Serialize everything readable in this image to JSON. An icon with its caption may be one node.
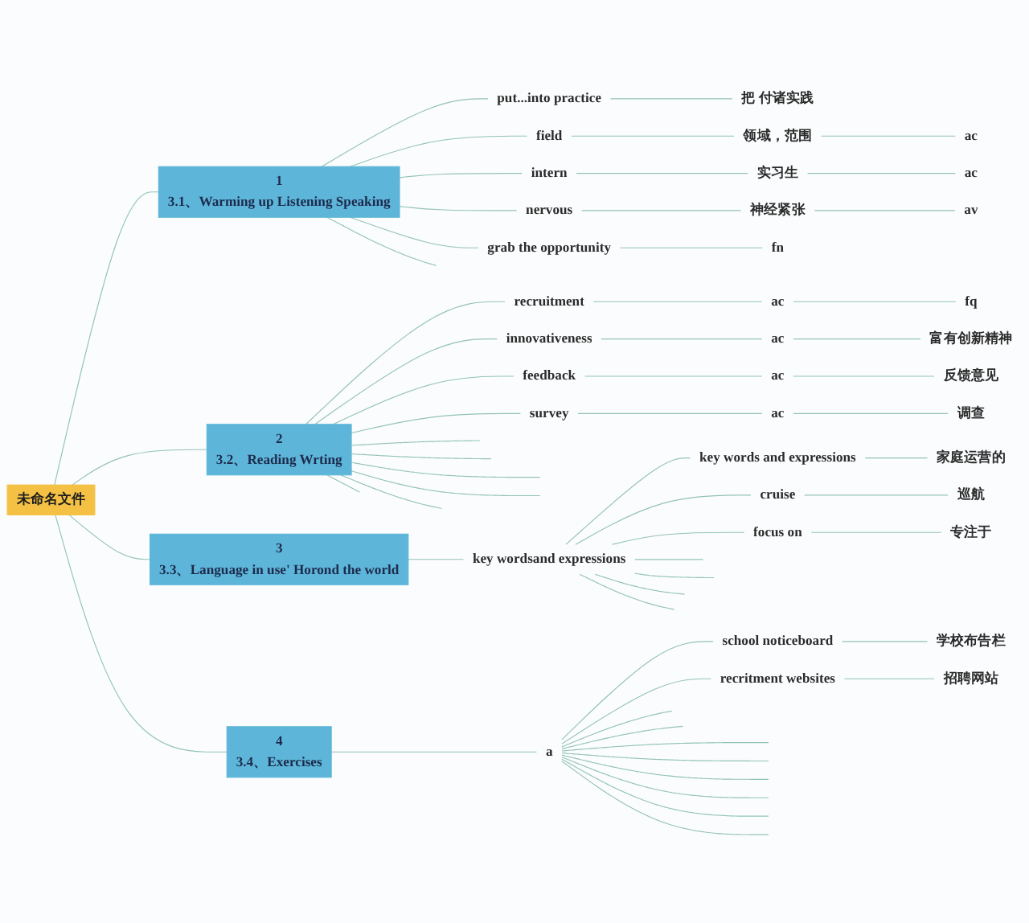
{
  "diagram": {
    "nodes": [
      {
        "text": [
          "未命名文件"
        ]
      },
      {
        "text": [
          "1",
          "3.1、Warming up Listening Speaking"
        ]
      },
      {
        "text": [
          "put...into practice"
        ]
      },
      {
        "text": [
          "把 付诸实践"
        ]
      },
      {
        "text": [
          "field"
        ]
      },
      {
        "text": [
          "领域，范围"
        ]
      },
      {
        "text": [
          "ac"
        ]
      },
      {
        "text": [
          "intern"
        ]
      },
      {
        "text": [
          "实习生"
        ]
      },
      {
        "text": [
          "ac"
        ]
      },
      {
        "text": [
          "nervous"
        ]
      },
      {
        "text": [
          "神经紧张"
        ]
      },
      {
        "text": [
          "av"
        ]
      },
      {
        "text": [
          "grab the opportunity"
        ]
      },
      {
        "text": [
          "fn"
        ]
      },
      {
        "text": [
          "2",
          "3.2、Reading Wrting"
        ]
      },
      {
        "text": [
          "recruitment"
        ]
      },
      {
        "text": [
          "ac"
        ]
      },
      {
        "text": [
          "fq"
        ]
      },
      {
        "text": [
          "innovativeness"
        ]
      },
      {
        "text": [
          "ac"
        ]
      },
      {
        "text": [
          "富有创新精神"
        ]
      },
      {
        "text": [
          "feedback"
        ]
      },
      {
        "text": [
          "ac"
        ]
      },
      {
        "text": [
          "反馈意见"
        ]
      },
      {
        "text": [
          "survey"
        ]
      },
      {
        "text": [
          "ac"
        ]
      },
      {
        "text": [
          "调查"
        ]
      },
      {
        "text": [
          "3",
          "3.3、Language in use' Horond the world"
        ]
      },
      {
        "text": [
          "key wordsand expressions"
        ]
      },
      {
        "text": [
          "key words and expressions"
        ]
      },
      {
        "text": [
          "家庭运营的"
        ]
      },
      {
        "text": [
          "cruise"
        ]
      },
      {
        "text": [
          "巡航"
        ]
      },
      {
        "text": [
          "focus on"
        ]
      },
      {
        "text": [
          "专注于"
        ]
      },
      {
        "text": [
          "4",
          "3.4、Exercises"
        ]
      },
      {
        "text": [
          "a"
        ]
      },
      {
        "text": [
          "school noticeboard"
        ]
      },
      {
        "text": [
          "学校布告栏"
        ]
      },
      {
        "text": [
          "recritment websites"
        ]
      },
      {
        "text": [
          "招聘网站"
        ]
      }
    ],
    "edges": [
      {
        "from": 0,
        "to": 1,
        "arrow": "none"
      },
      {
        "from": 0,
        "to": 15,
        "arrow": "none"
      },
      {
        "from": 0,
        "to": 28,
        "arrow": "none"
      },
      {
        "from": 0,
        "to": 36,
        "arrow": "none"
      },
      {
        "from": 1,
        "to": 2,
        "arrow": "none"
      },
      {
        "from": 2,
        "to": 3,
        "arrow": "none"
      },
      {
        "from": 1,
        "to": 4,
        "arrow": "none"
      },
      {
        "from": 4,
        "to": 5,
        "arrow": "none"
      },
      {
        "from": 5,
        "to": 6,
        "arrow": "none"
      },
      {
        "from": 1,
        "to": 7,
        "arrow": "none"
      },
      {
        "from": 7,
        "to": 8,
        "arrow": "none"
      },
      {
        "from": 8,
        "to": 9,
        "arrow": "none"
      },
      {
        "from": 1,
        "to": 10,
        "arrow": "none"
      },
      {
        "from": 10,
        "to": 11,
        "arrow": "none"
      },
      {
        "from": 11,
        "to": 12,
        "arrow": "none"
      },
      {
        "from": 1,
        "to": 13,
        "arrow": "none"
      },
      {
        "from": 13,
        "to": 14,
        "arrow": "none"
      },
      {
        "from": 1,
        "to": null,
        "arrow": "none"
      },
      {
        "from": 15,
        "to": 16,
        "arrow": "none"
      },
      {
        "from": 16,
        "to": 17,
        "arrow": "none"
      },
      {
        "from": 17,
        "to": 18,
        "arrow": "none"
      },
      {
        "from": 15,
        "to": 19,
        "arrow": "none"
      },
      {
        "from": 19,
        "to": 20,
        "arrow": "none"
      },
      {
        "from": 20,
        "to": 21,
        "arrow": "none"
      },
      {
        "from": 15,
        "to": 22,
        "arrow": "none"
      },
      {
        "from": 22,
        "to": 23,
        "arrow": "none"
      },
      {
        "from": 23,
        "to": 24,
        "arrow": "none"
      },
      {
        "from": 15,
        "to": 25,
        "arrow": "none"
      },
      {
        "from": 25,
        "to": 26,
        "arrow": "none"
      },
      {
        "from": 26,
        "to": 27,
        "arrow": "none"
      },
      {
        "from": 15,
        "to": null,
        "arrow": "none"
      },
      {
        "from": 15,
        "to": null,
        "arrow": "none"
      },
      {
        "from": 15,
        "to": null,
        "arrow": "none"
      },
      {
        "from": 15,
        "to": null,
        "arrow": "none"
      },
      {
        "from": 15,
        "to": null,
        "arrow": "none"
      },
      {
        "from": 15,
        "to": null,
        "arrow": "none"
      },
      {
        "from": 28,
        "to": 29,
        "arrow": "none"
      },
      {
        "from": 29,
        "to": 30,
        "arrow": "none"
      },
      {
        "from": 30,
        "to": 31,
        "arrow": "none"
      },
      {
        "from": 29,
        "to": 32,
        "arrow": "none"
      },
      {
        "from": 32,
        "to": 33,
        "arrow": "none"
      },
      {
        "from": 29,
        "to": 34,
        "arrow": "none"
      },
      {
        "from": 34,
        "to": 35,
        "arrow": "none"
      },
      {
        "from": 29,
        "to": null,
        "arrow": "none"
      },
      {
        "from": 29,
        "to": null,
        "arrow": "none"
      },
      {
        "from": 29,
        "to": null,
        "arrow": "none"
      },
      {
        "from": 29,
        "to": null,
        "arrow": "none"
      },
      {
        "from": 36,
        "to": 37,
        "arrow": "none"
      },
      {
        "from": 37,
        "to": 38,
        "arrow": "none"
      },
      {
        "from": 38,
        "to": 39,
        "arrow": "none"
      },
      {
        "from": 37,
        "to": 40,
        "arrow": "none"
      },
      {
        "from": 40,
        "to": 41,
        "arrow": "none"
      },
      {
        "from": 37,
        "to": null,
        "arrow": "none"
      },
      {
        "from": 37,
        "to": null,
        "arrow": "none"
      },
      {
        "from": 37,
        "to": null,
        "arrow": "none"
      },
      {
        "from": 37,
        "to": null,
        "arrow": "none"
      },
      {
        "from": 37,
        "to": null,
        "arrow": "none"
      },
      {
        "from": 37,
        "to": null,
        "arrow": "none"
      },
      {
        "from": 37,
        "to": null,
        "arrow": "none"
      },
      {
        "from": 37,
        "to": null,
        "arrow": "none"
      }
    ]
  }
}
